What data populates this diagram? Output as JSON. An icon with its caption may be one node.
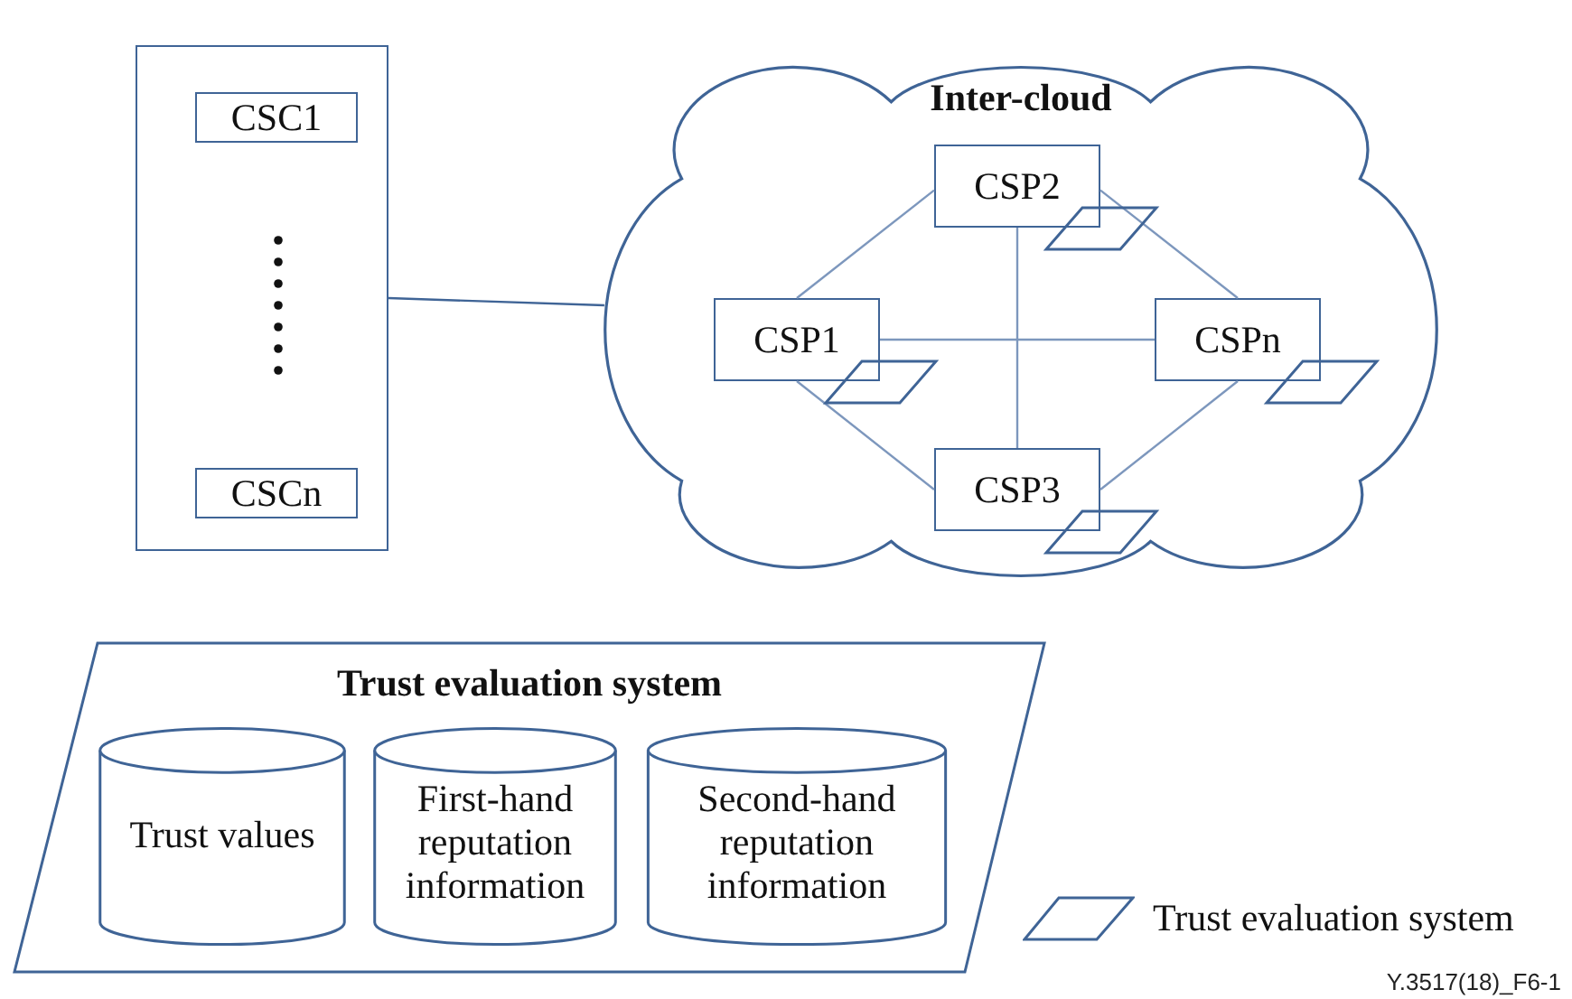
{
  "diagram": {
    "nodes": [
      {
        "text": [],
        "shape": "box"
      },
      {
        "text": [
          "CSC1"
        ],
        "in": 0
      },
      {
        "text": [
          "CSCn"
        ],
        "in": 0
      },
      {
        "text": [
          "Inter-cloud"
        ]
      },
      {
        "text": [
          "CSP2"
        ],
        "in": 3
      },
      {
        "text": [
          "CSP1"
        ],
        "in": 3
      },
      {
        "text": [
          "CSPn"
        ],
        "in": 3
      },
      {
        "text": [
          "CSP3"
        ],
        "in": 3
      },
      {
        "text": [
          "Trust evaluation system"
        ]
      },
      {
        "text": [
          "Trust values"
        ],
        "in": 8
      },
      {
        "text": [
          "First-hand reputation information"
        ],
        "in": 8
      },
      {
        "text": [
          "Second-hand reputation information"
        ],
        "in": 8
      }
    ],
    "edges": [
      {
        "from": 0,
        "to": 3,
        "arrow": "none"
      },
      {
        "from": 4,
        "to": 5,
        "arrow": "none"
      },
      {
        "from": 4,
        "to": 6,
        "arrow": "none"
      },
      {
        "from": 4,
        "to": 7,
        "arrow": "none"
      },
      {
        "from": 5,
        "to": 6,
        "arrow": "none"
      },
      {
        "from": 5,
        "to": 7,
        "arrow": "none"
      },
      {
        "from": 6,
        "to": 7,
        "arrow": "none"
      }
    ],
    "labels": [
      "Y.3517(18)_F6-1"
    ],
    "legend": [
      {
        "text": "Trust evaluation system"
      }
    ]
  }
}
